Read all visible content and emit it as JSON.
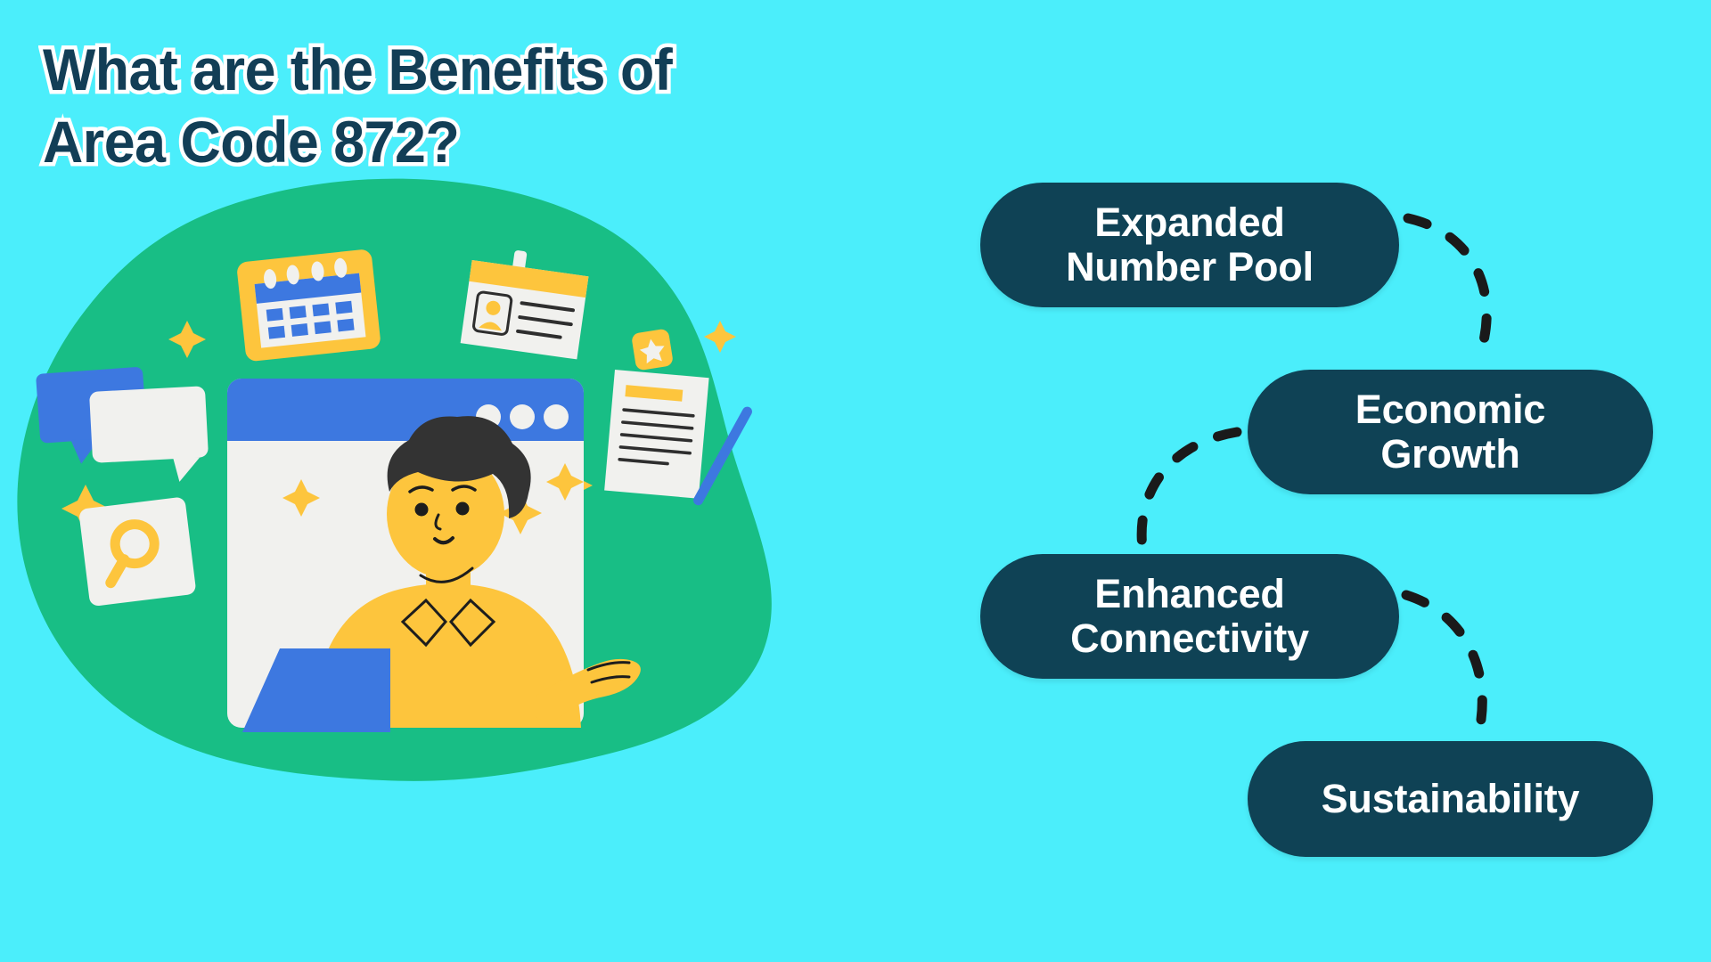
{
  "theme": {
    "background": "#4BEEFB",
    "blob": "#18BE85",
    "pill_bg": "#0F4255",
    "pill_text": "#FFFFFF",
    "title_color": "#123E56",
    "title_outline": "#FFFFFF",
    "accent_yellow": "#FDC53D",
    "accent_blue": "#3D78E0",
    "paper_white": "#F1F1EE",
    "dark_ink": "#2E2E2E",
    "connector": "#1A1A1A"
  },
  "title": {
    "line1": "What are the Benefits of",
    "line2": "Area Code 872?"
  },
  "benefits": [
    {
      "id": "expanded-number-pool",
      "line1": "Expanded",
      "line2": "Number Pool"
    },
    {
      "id": "economic-growth",
      "line1": "Economic",
      "line2": "Growth"
    },
    {
      "id": "enhanced-connectivity",
      "line1": "Enhanced",
      "line2": "Connectivity"
    },
    {
      "id": "sustainability",
      "line1": "Sustainability",
      "line2": ""
    }
  ],
  "illustration": {
    "name": "person-video-call-illustration",
    "blob_shape": "organic-green-blob",
    "elements": [
      {
        "name": "calendar-icon",
        "description": "yellow calendar card with blue header and date grid"
      },
      {
        "name": "id-card-icon",
        "description": "white id badge with yellow header, avatar and text lines"
      },
      {
        "name": "chat-bubbles-icon",
        "description": "blue and white speech bubbles"
      },
      {
        "name": "magnifier-icon",
        "description": "white card with yellow magnifying glass"
      },
      {
        "name": "document-pen-icon",
        "description": "white document with yellow bar, text lines and blue pen"
      },
      {
        "name": "browser-window",
        "description": "white window with blue title bar and three dots"
      },
      {
        "name": "person-avatar",
        "description": "smiling person with curly dark hair in yellow shirt"
      },
      {
        "name": "laptop-icon",
        "description": "blue laptop screen"
      },
      {
        "name": "sparkle-icon",
        "description": "small yellow four-point sparkles"
      },
      {
        "name": "star-badge-icon",
        "description": "yellow rounded square with white star"
      }
    ],
    "window_dots": 3
  },
  "connectors": {
    "style": "dashed-curve",
    "count": 3,
    "paths": [
      {
        "from": "expanded-number-pool",
        "to": "economic-growth"
      },
      {
        "from": "economic-growth",
        "to": "enhanced-connectivity"
      },
      {
        "from": "enhanced-connectivity",
        "to": "sustainability"
      }
    ]
  }
}
